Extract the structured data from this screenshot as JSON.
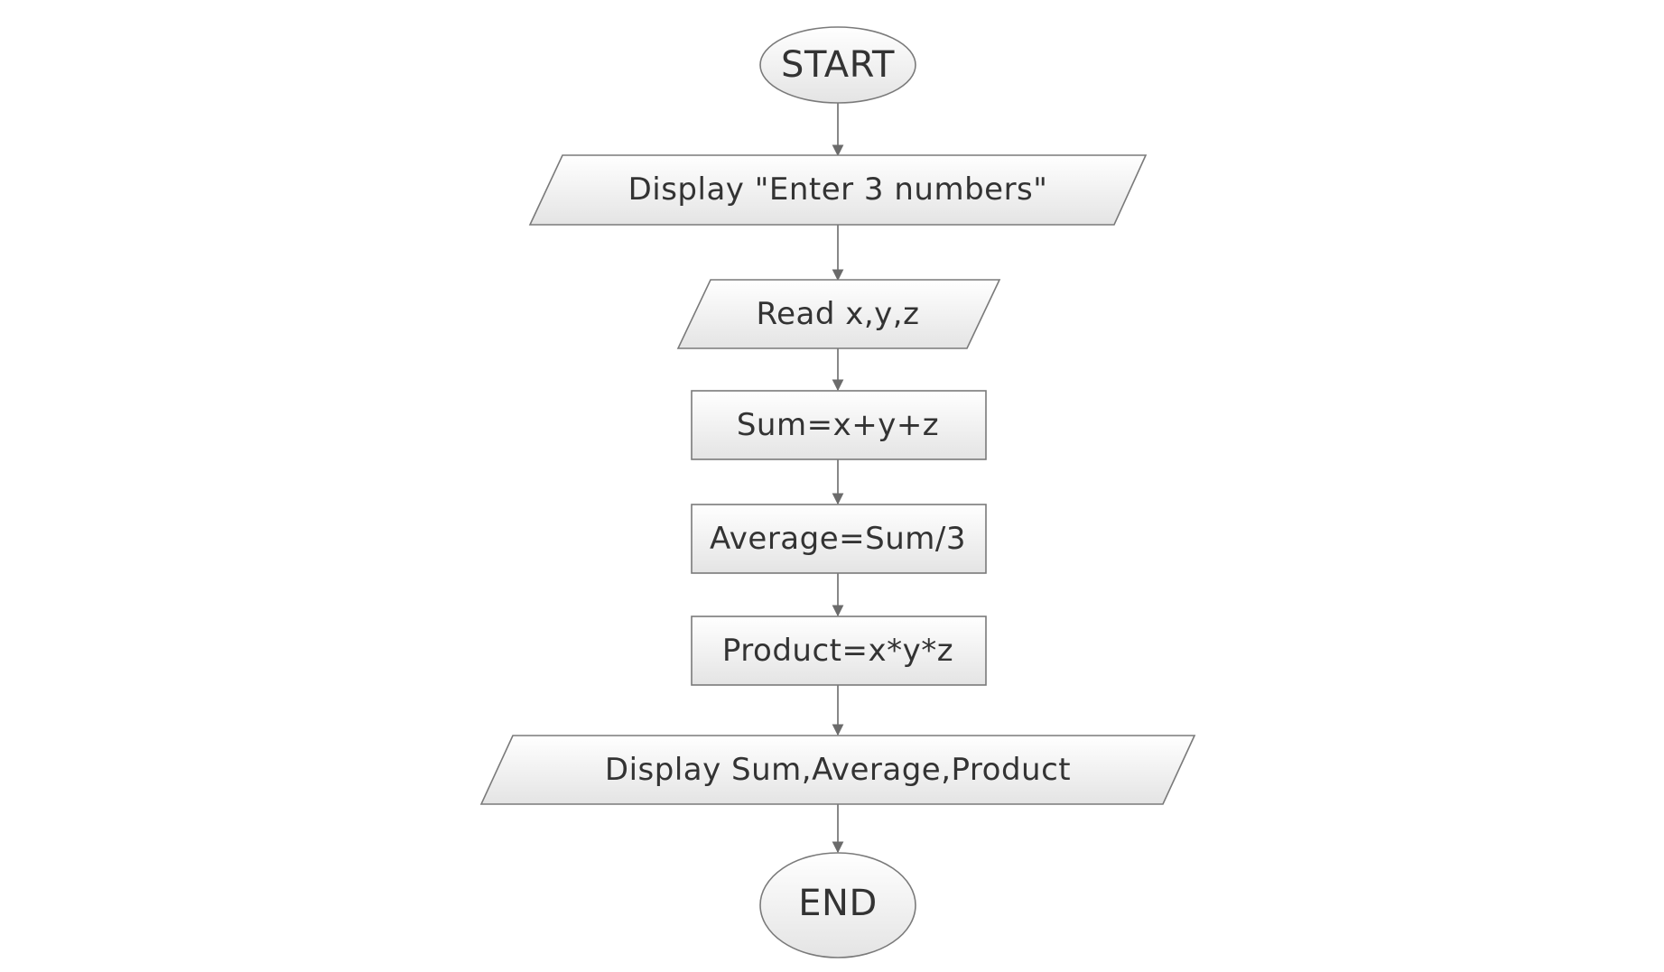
{
  "diagram": {
    "type": "flowchart",
    "direction": "top-to-bottom",
    "colors": {
      "shape_fill_top": "#ffffff",
      "shape_fill_bottom": "#e4e4e4",
      "shape_stroke": "#7a7a7a",
      "connector": "#6b6b6b",
      "text": "#333333"
    },
    "nodes": [
      {
        "id": "start",
        "shape": "terminator",
        "label": "START"
      },
      {
        "id": "display-prompt",
        "shape": "data",
        "label": "Display \"Enter 3 numbers\""
      },
      {
        "id": "read-input",
        "shape": "data",
        "label": "Read x,y,z"
      },
      {
        "id": "calc-sum",
        "shape": "process",
        "label": "Sum=x+y+z"
      },
      {
        "id": "calc-average",
        "shape": "process",
        "label": "Average=Sum/3"
      },
      {
        "id": "calc-product",
        "shape": "process",
        "label": "Product=x*y*z"
      },
      {
        "id": "display-results",
        "shape": "data",
        "label": "Display Sum,Average,Product"
      },
      {
        "id": "end",
        "shape": "terminator",
        "label": "END"
      }
    ],
    "edges": [
      {
        "from": "start",
        "to": "display-prompt"
      },
      {
        "from": "display-prompt",
        "to": "read-input"
      },
      {
        "from": "read-input",
        "to": "calc-sum"
      },
      {
        "from": "calc-sum",
        "to": "calc-average"
      },
      {
        "from": "calc-average",
        "to": "calc-product"
      },
      {
        "from": "calc-product",
        "to": "display-results"
      },
      {
        "from": "display-results",
        "to": "end"
      }
    ]
  }
}
